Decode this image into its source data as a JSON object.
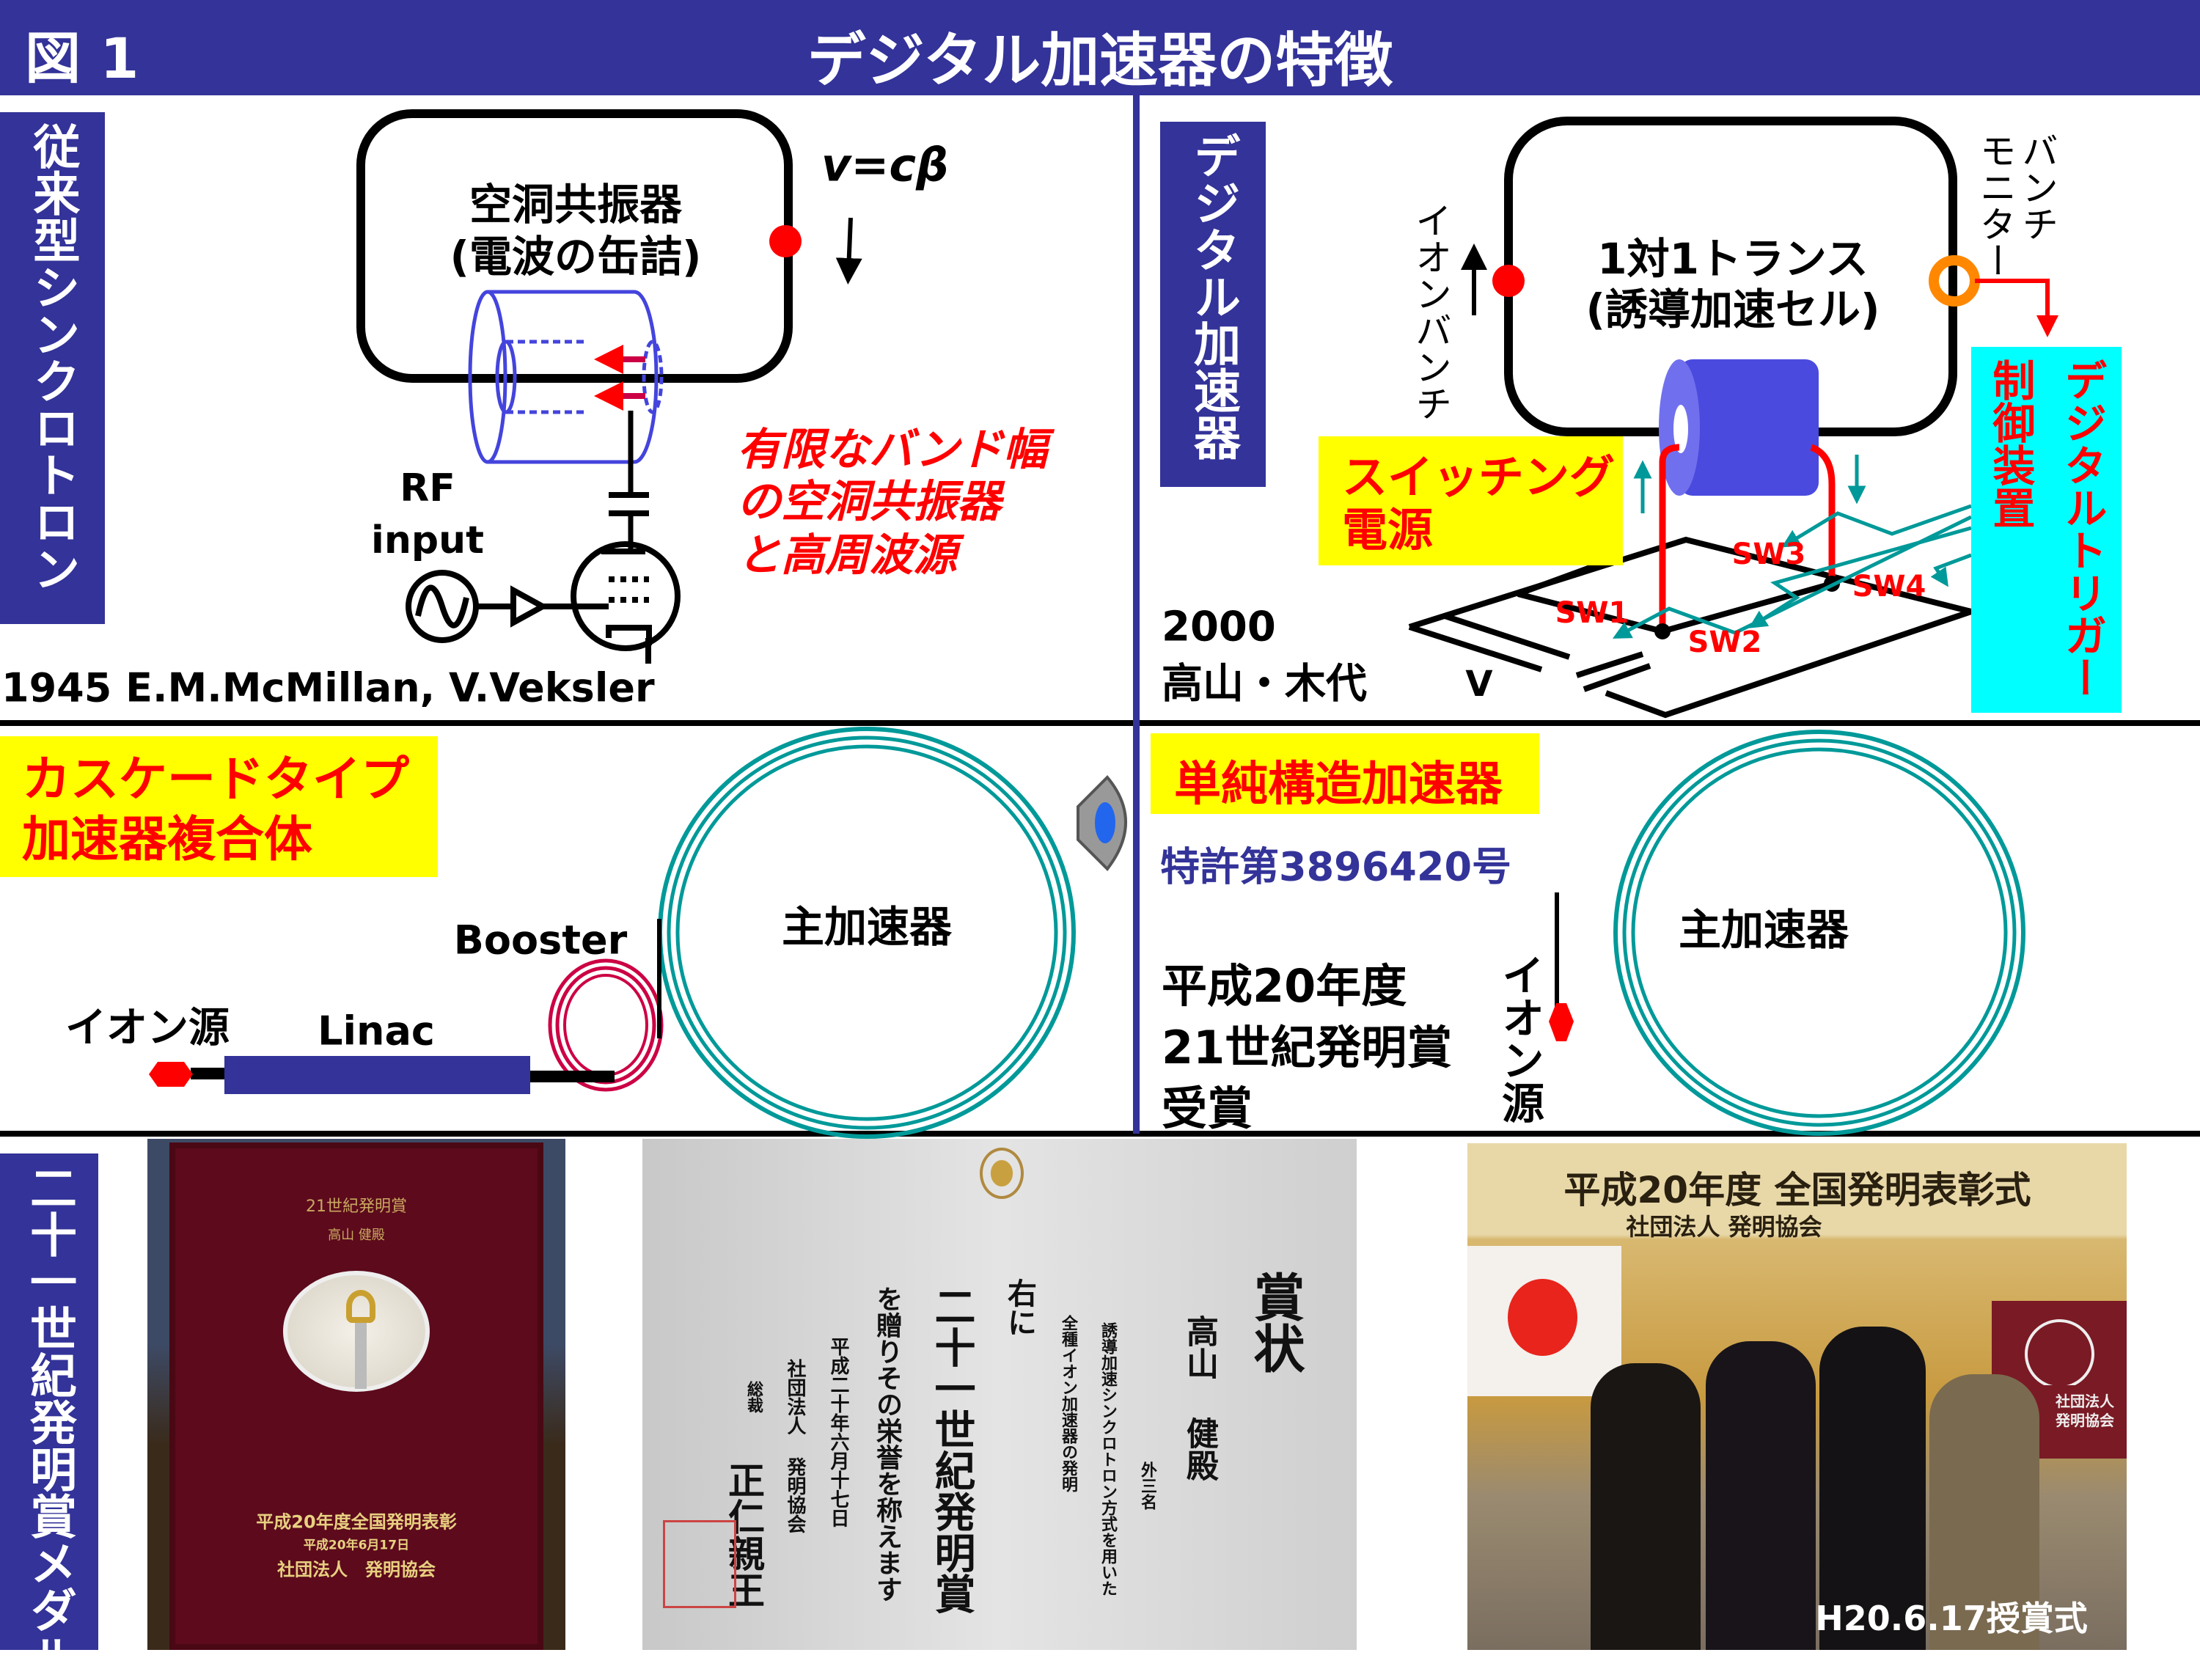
{
  "header": {
    "figure_label": "図 1",
    "title": "デジタル加速器の特徴"
  },
  "conventional": {
    "label": "従来型シンクロトロン",
    "cavity_line1": "空洞共振器",
    "cavity_line2": "(電波の缶詰)",
    "velocity": "v=cβ",
    "rf_label1": "RF",
    "rf_label2": "input",
    "note_lines": [
      "有限なバンド幅",
      "の空洞共振器",
      "と高周波源"
    ],
    "credit": "1945 E.M.McMillan, V.Veksler"
  },
  "digital": {
    "label": "デジタル加速器",
    "cell_line1": "1対1トランス",
    "cell_line2": "(誘導加速セル)",
    "ion_bunch": "イオンバンチ",
    "bunch_monitor_1": "バンチ",
    "bunch_monitor_2": "モニター",
    "switching_line1": "スイッチング",
    "switching_line2": "電源",
    "trigger_1": "デジタルトリガー",
    "trigger_2": "制御装置",
    "switches": [
      "SW1",
      "SW2",
      "SW3",
      "SW4"
    ],
    "voltage": "V",
    "year": "2000",
    "authors": "高山・木代"
  },
  "cascade": {
    "label_line1": "カスケードタイプ",
    "label_line2": "加速器複合体",
    "ion_source": "イオン源",
    "linac": "Linac",
    "booster": "Booster",
    "main": "主加速器"
  },
  "simple": {
    "label": "単純構造加速器",
    "patent": "特許第3896420号",
    "award_lines": [
      "平成20年度",
      "21世紀発明賞",
      "受賞"
    ],
    "ion_source": "イオン源",
    "main": "主加速器"
  },
  "medal_section": {
    "label": "二十一世紀発明賞メダル",
    "medal": {
      "title": "21世紀発明賞",
      "name": "高山 健殿",
      "line1": "平成20年度全国発明表彰",
      "line2": "平成20年6月17日",
      "line3": "社団法人　発明協会"
    },
    "certificate": {
      "cols": [
        "賞状",
        "高山 健殿",
        "外三名",
        "誘導加速シンクロトロン方式を用いた",
        "全種イオン加速器の発明",
        "右に",
        "二十一世紀発明賞",
        "を贈りその栄誉を称えます",
        "平成二十年六月十七日",
        "社団法人 発明協会",
        "総裁",
        "正仁親王"
      ]
    },
    "ceremony": {
      "banner1": "平成20年度 全国発明表彰式",
      "banner2": "社団法人 発明協会",
      "flag_text": "社団法人 発明協会",
      "caption": "H20.6.17授賞式"
    }
  },
  "colors": {
    "navy": "#333399",
    "teal": "#009999",
    "yellow": "#ffff00",
    "cyan": "#00ffff",
    "red": "#ff0000"
  }
}
